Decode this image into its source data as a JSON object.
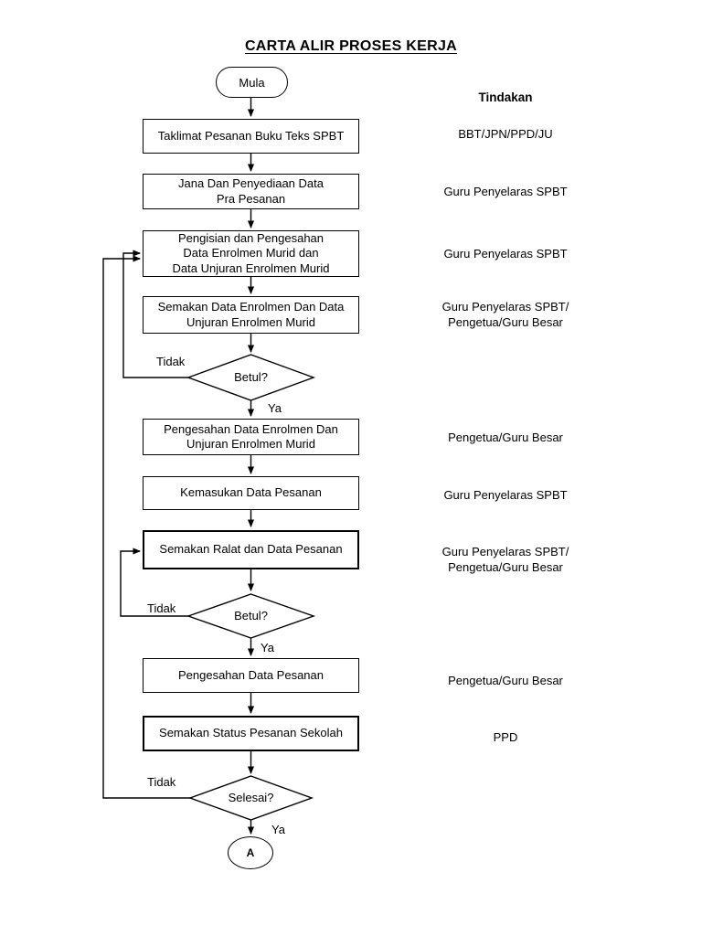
{
  "page": {
    "title": "CARTA ALIR PROSES KERJA",
    "column_header": "Tindakan",
    "colors": {
      "background": "#ffffff",
      "line": "#000000",
      "text": "#000000"
    }
  },
  "flow": {
    "start_label": "Mula",
    "end_connector_label": "A",
    "steps": [
      {
        "id": 1,
        "label": "Taklimat Pesanan Buku Teks SPBT",
        "action": "BBT/JPN/PPD/JU"
      },
      {
        "id": 2,
        "label": "Jana Dan Penyediaan Data\nPra Pesanan",
        "action": "Guru Penyelaras SPBT"
      },
      {
        "id": 3,
        "label": "Pengisian dan Pengesahan\nData Enrolmen Murid dan\nData Unjuran Enrolmen Murid",
        "action": "Guru Penyelaras SPBT"
      },
      {
        "id": 4,
        "label": "Semakan Data Enrolmen Dan Data\nUnjuran Enrolmen Murid",
        "action": "Guru Penyelaras SPBT/\nPengetua/Guru Besar"
      },
      {
        "id": 5,
        "label": "Pengesahan Data Enrolmen Dan\nUnjuran Enrolmen Murid",
        "action": "Pengetua/Guru Besar"
      },
      {
        "id": 6,
        "label": "Kemasukan Data Pesanan",
        "action": "Guru Penyelaras SPBT"
      },
      {
        "id": 7,
        "label": "Semakan Ralat dan Data Pesanan",
        "action": "Guru Penyelaras SPBT/\nPengetua/Guru Besar"
      },
      {
        "id": 8,
        "label": "Pengesahan Data Pesanan",
        "action": "Pengetua/Guru Besar"
      },
      {
        "id": 9,
        "label": "Semakan Status Pesanan Sekolah",
        "action": "PPD"
      }
    ],
    "decisions": [
      {
        "id": 1,
        "label": "Betul?",
        "no_label": "Tidak",
        "yes_label": "Ya"
      },
      {
        "id": 2,
        "label": "Betul?",
        "no_label": "Tidak",
        "yes_label": "Ya"
      },
      {
        "id": 3,
        "label": "Selesai?",
        "no_label": "Tidak",
        "yes_label": "Ya"
      }
    ]
  }
}
